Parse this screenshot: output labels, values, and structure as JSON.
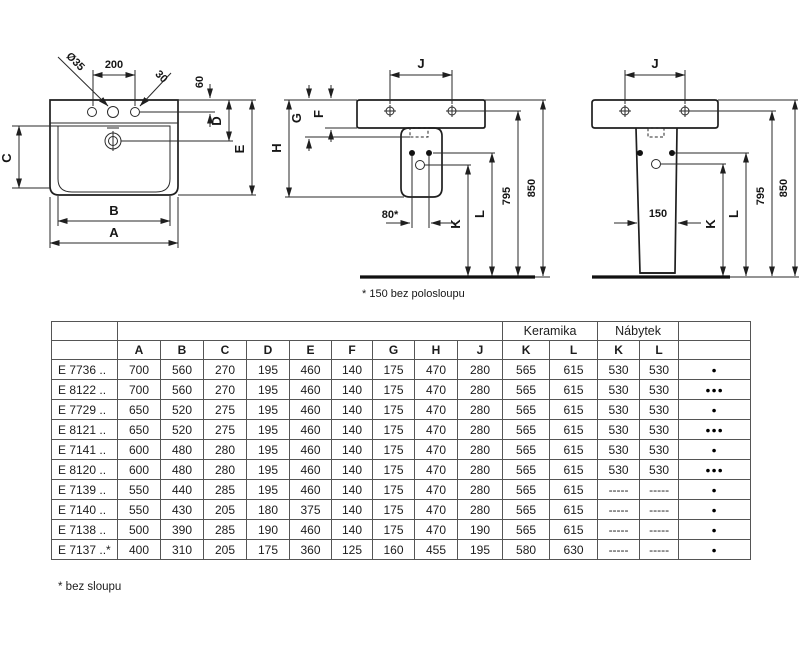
{
  "drawings": {
    "front": {
      "dia_label": "Ø35",
      "hole_spacing": "200",
      "side_hole": "30",
      "top_offset": "60",
      "dim_d": "D",
      "dim_e": "E",
      "dim_c": "C",
      "dim_b": "B",
      "dim_a": "A"
    },
    "side": {
      "dim_j": "J",
      "dim_g": "G",
      "dim_f": "F",
      "dim_h": "H",
      "dim_k": "K",
      "dim_l": "L",
      "bolt_spacing": "80*",
      "h795": "795",
      "h850": "850",
      "note": "* 150 bez polosloupu"
    },
    "pedestal": {
      "dim_j": "J",
      "width150": "150",
      "dim_k": "K",
      "dim_l": "L",
      "h795": "795",
      "h850": "850"
    }
  },
  "table": {
    "group_keramika": "Keramika",
    "group_nabytek": "Nábytek",
    "columns": [
      "A",
      "B",
      "C",
      "D",
      "E",
      "F",
      "G",
      "H",
      "J",
      "K",
      "L",
      "K",
      "L"
    ],
    "rows": [
      {
        "model": "E 7736 ..",
        "values": [
          "700",
          "560",
          "270",
          "195",
          "460",
          "140",
          "175",
          "470",
          "280",
          "565",
          "615",
          "530",
          "530"
        ],
        "marker": "●"
      },
      {
        "model": "E 8122 ..",
        "values": [
          "700",
          "560",
          "270",
          "195",
          "460",
          "140",
          "175",
          "470",
          "280",
          "565",
          "615",
          "530",
          "530"
        ],
        "marker": "●●●"
      },
      {
        "model": "E 7729 ..",
        "values": [
          "650",
          "520",
          "275",
          "195",
          "460",
          "140",
          "175",
          "470",
          "280",
          "565",
          "615",
          "530",
          "530"
        ],
        "marker": "●"
      },
      {
        "model": "E 8121 ..",
        "values": [
          "650",
          "520",
          "275",
          "195",
          "460",
          "140",
          "175",
          "470",
          "280",
          "565",
          "615",
          "530",
          "530"
        ],
        "marker": "●●●"
      },
      {
        "model": "E 7141 ..",
        "values": [
          "600",
          "480",
          "280",
          "195",
          "460",
          "140",
          "175",
          "470",
          "280",
          "565",
          "615",
          "530",
          "530"
        ],
        "marker": "●"
      },
      {
        "model": "E 8120 ..",
        "values": [
          "600",
          "480",
          "280",
          "195",
          "460",
          "140",
          "175",
          "470",
          "280",
          "565",
          "615",
          "530",
          "530"
        ],
        "marker": "●●●"
      },
      {
        "model": "E 7139 ..",
        "values": [
          "550",
          "440",
          "285",
          "195",
          "460",
          "140",
          "175",
          "470",
          "280",
          "565",
          "615",
          "-----",
          "-----"
        ],
        "marker": "●"
      },
      {
        "model": "E 7140 ..",
        "values": [
          "550",
          "430",
          "205",
          "180",
          "375",
          "140",
          "175",
          "470",
          "280",
          "565",
          "615",
          "-----",
          "-----"
        ],
        "marker": "●"
      },
      {
        "model": "E 7138 ..",
        "values": [
          "500",
          "390",
          "285",
          "190",
          "460",
          "140",
          "175",
          "470",
          "190",
          "565",
          "615",
          "-----",
          "-----"
        ],
        "marker": "●"
      },
      {
        "model": "E 7137 ..*",
        "values": [
          "400",
          "310",
          "205",
          "175",
          "360",
          "125",
          "160",
          "455",
          "195",
          "580",
          "630",
          "-----",
          "-----"
        ],
        "marker": "●"
      }
    ]
  },
  "footnote": "* bez sloupu",
  "colors": {
    "line": "#2a2a2a",
    "grid": "#555555",
    "background": "#ffffff"
  }
}
